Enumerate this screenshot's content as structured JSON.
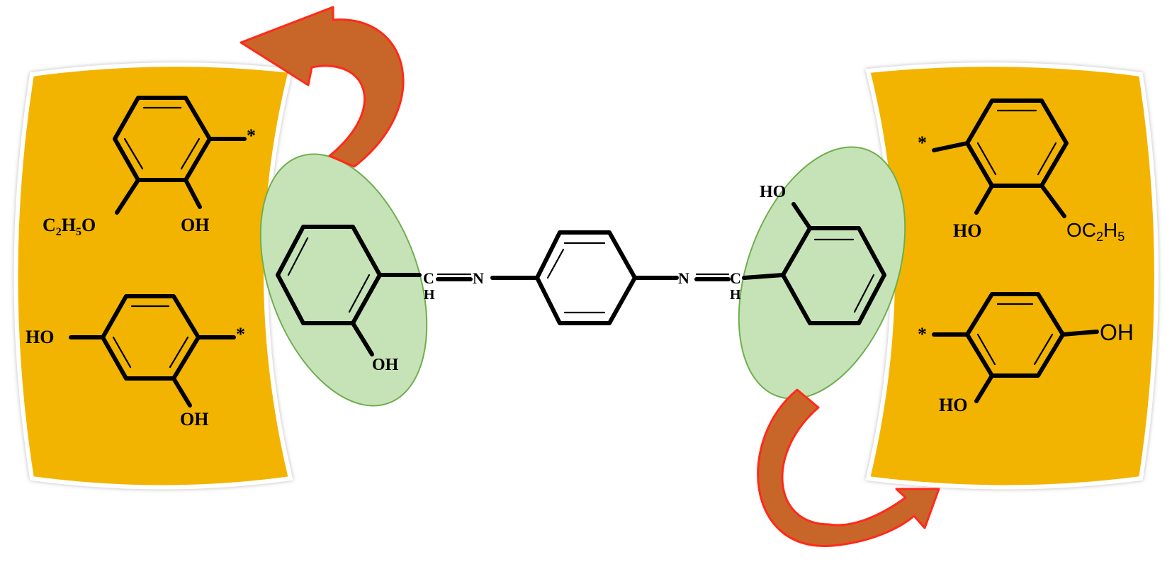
{
  "colors": {
    "panel_fill": "#F2B400",
    "panel_edge": "#ffffff",
    "highlight_fill": "#C6E3B8",
    "highlight_stroke": "#6FAE4E",
    "arrow_fill": "#C8662A",
    "arrow_edge": "#FF2A1A"
  },
  "left_panel": {
    "top_substituent": {
      "ethoxy": "C2H5O",
      "hydroxyl": "OH",
      "attach": "*"
    },
    "bottom_substituent": {
      "hydroxyl_para": "HO",
      "hydroxyl_ortho": "OH",
      "attach": "*"
    }
  },
  "right_panel": {
    "top_substituent": {
      "hydroxyl": "HO",
      "ethoxy": "OC2H5",
      "attach": "*"
    },
    "bottom_substituent": {
      "hydroxyl_para": "OH",
      "hydroxyl_ortho": "HO",
      "attach": "*"
    }
  },
  "core": {
    "left_ring_oh": "OH",
    "right_ring_oh": "HO",
    "imine_left": {
      "c": "C",
      "h": "H",
      "n": "N"
    },
    "imine_right": {
      "c": "C",
      "h": "H",
      "n": "N"
    }
  },
  "arrows": [
    "arrow-top-left",
    "arrow-bottom-right"
  ]
}
